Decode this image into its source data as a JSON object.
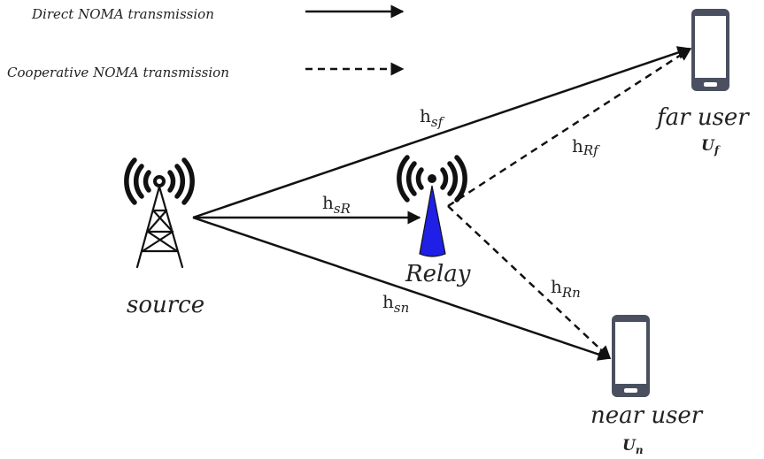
{
  "legend": {
    "direct": "Direct NOMA transmission",
    "cooperative": "Cooperative NOMA transmission"
  },
  "nodes": {
    "source": "source",
    "relay": "Relay",
    "far_user": "far user",
    "near_user": "near user",
    "far_symbol": {
      "main": "U",
      "sub": "f"
    },
    "near_symbol": {
      "main": "U",
      "sub": "n"
    }
  },
  "channels": {
    "h_sf": {
      "main": "h",
      "sub": "sf"
    },
    "h_sR": {
      "main": "h",
      "sub": "sR"
    },
    "h_sn": {
      "main": "h",
      "sub": "sn"
    },
    "h_Rf": {
      "main": "h",
      "sub": "Rf"
    },
    "h_Rn": {
      "main": "h",
      "sub": "Rn"
    }
  },
  "colors": {
    "relay_fill": "#1f1fe6",
    "phone_body": "#4a5060",
    "phone_screen": "#ffffff",
    "link": "#111111"
  }
}
